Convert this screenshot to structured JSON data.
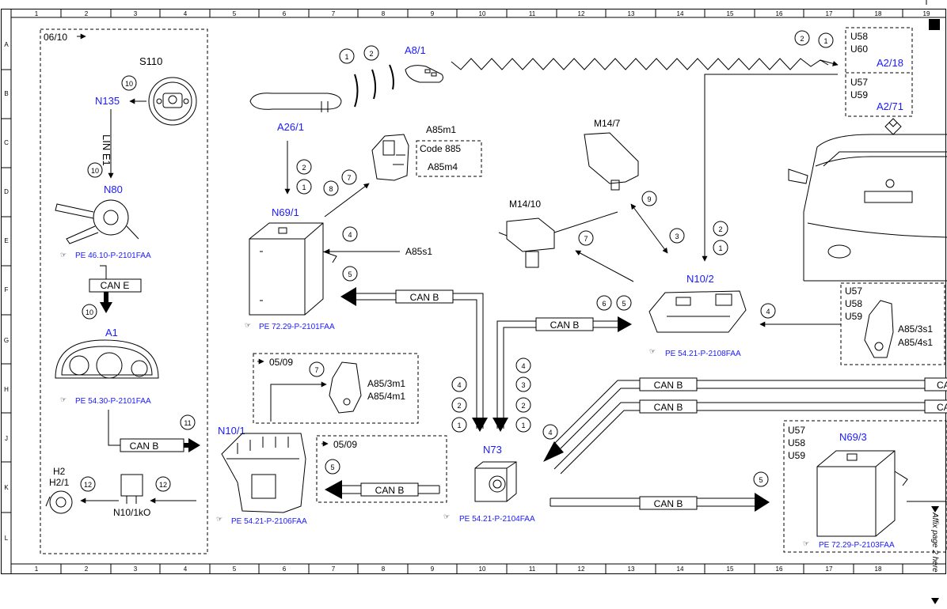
{
  "grid": {
    "columns": [
      "1",
      "2",
      "3",
      "4",
      "5",
      "6",
      "7",
      "8",
      "9",
      "10",
      "11",
      "12",
      "13",
      "14",
      "15",
      "16",
      "17",
      "18",
      "19"
    ],
    "rows": [
      "A",
      "B",
      "C",
      "D",
      "E",
      "F",
      "G",
      "H",
      "J",
      "K",
      "L"
    ]
  },
  "colors": {
    "blue_label": "#1a1aff",
    "line": "#000000"
  },
  "left_box": {
    "date_tag": "06/10",
    "s110": "S110",
    "n135": "N135",
    "lin": "LIN E1",
    "n80": "N80",
    "n80_ref": "PE 46.10-P-2101FAA",
    "can_e": "CAN E",
    "a1": "A1",
    "a1_ref": "PE 54.30-P-2101FAA",
    "can_b": "CAN B",
    "h2": "H2",
    "h2_1": "H2/1",
    "n10_1ko": "N10/1kO"
  },
  "labels": {
    "a8_1": "A8/1",
    "a26_1": "A26/1",
    "n69_1": "N69/1",
    "n69_1_ref": "PE 72.29-P-2101FAA",
    "a85m1": "A85m1",
    "code885": "Code 885",
    "a85m4": "A85m4",
    "a85s1": "A85s1",
    "m14_7": "M14/7",
    "m14_10": "M14/10",
    "n10_2": "N10/2",
    "n10_2_ref": "PE 54.21-P-2108FAA",
    "a2_18": "A2/18",
    "a2_71": "A2/71",
    "u58": "U58",
    "u60": "U60",
    "u57": "U57",
    "u59": "U59",
    "a85_3s1": "A85/3s1",
    "a85_4s1": "A85/4s1",
    "date_0509": "05/09",
    "a85_3m1": "A85/3m1",
    "a85_4m1": "A85/4m1",
    "n10_1": "N10/1",
    "n10_1_ref": "PE 54.21-P-2106FAA",
    "n73": "N73",
    "n73_ref": "PE 54.21-P-2104FAA",
    "n69_3": "N69/3",
    "n69_3_ref": "PE 72.29-P-2103FAA",
    "can_b": "CAN B",
    "can_b_partial": "CA",
    "affix": "Affix page 2 here"
  },
  "circles": {
    "c1": "1",
    "c2": "2",
    "c3": "3",
    "c4": "4",
    "c5": "5",
    "c6": "6",
    "c7": "7",
    "c8": "8",
    "c9": "9",
    "c10": "10",
    "c11": "11",
    "c12": "12"
  }
}
